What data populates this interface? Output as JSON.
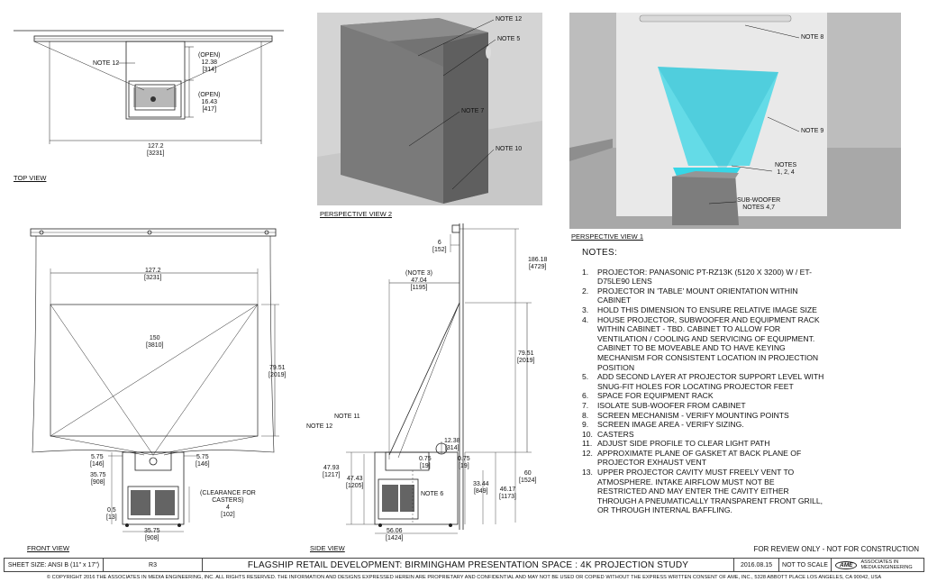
{
  "views": {
    "top": "TOP VIEW",
    "front": "FRONT VIEW",
    "side": "SIDE VIEW",
    "persp2": "PERSPECTIVE VIEW  2",
    "persp1": "PERSPECTIVE VIEW 1"
  },
  "top_dims": {
    "note12": "NOTE 12",
    "open1": [
      "(OPEN)",
      "12.38",
      "[314]"
    ],
    "open2": [
      "(OPEN)",
      "16.43",
      "[417]"
    ],
    "width": [
      "127.2",
      "[3231]"
    ]
  },
  "persp2_labels": {
    "n12": "NOTE 12",
    "n5": "NOTE 5",
    "n7": "NOTE 7",
    "n10": "NOTE 10"
  },
  "persp1_labels": {
    "n8": "NOTE 8",
    "n9": "NOTE 9",
    "n124": [
      "NOTES",
      "1, 2, 4"
    ],
    "sub": [
      "SUB-WOOFER",
      "NOTES 4,7"
    ]
  },
  "front_dims": {
    "w": [
      "127.2",
      "[3231]"
    ],
    "diag": [
      "150",
      "[3810]"
    ],
    "h": [
      "79.51",
      "[2019]"
    ],
    "a": [
      "5.75",
      "[146]"
    ],
    "b": [
      "5.75",
      "[146]"
    ],
    "c": [
      "35.75",
      "[908]"
    ],
    "clear": [
      "(CLEARANCE FOR",
      "CASTERS)",
      "4",
      "[102]"
    ],
    "d": [
      "0.5",
      "[13]"
    ],
    "e": [
      "35.75",
      "[908]"
    ]
  },
  "side_dims": {
    "six": [
      "6",
      "[152]"
    ],
    "n3": [
      "(NOTE 3)",
      "47.04",
      "[1195]"
    ],
    "tall": [
      "186.18",
      "[4729]"
    ],
    "h": [
      "79.51",
      "[2019]"
    ],
    "n11": "NOTE 11",
    "n12": "NOTE 12",
    "a": [
      "12.38",
      "[314]"
    ],
    "b": [
      "0.75",
      "[19]"
    ],
    "c": [
      "0.75",
      "[19]"
    ],
    "d": [
      "47.93",
      "[1217]"
    ],
    "e": [
      "47.43",
      "[1205]"
    ],
    "n6": "NOTE 6",
    "f": [
      "33.44",
      "[849]"
    ],
    "g": [
      "46.17",
      "[1173]"
    ],
    "h60": [
      "60",
      "[1524]"
    ],
    "w": [
      "56.06",
      "[1424]"
    ]
  },
  "notes": {
    "heading": "NOTES:",
    "items": [
      {
        "n": "1.",
        "t": "PROJECTOR: PANASONIC PT-RZ13K (5120 X 3200) W / ET-D75LE90 LENS"
      },
      {
        "n": "2.",
        "t": "PROJECTOR IN 'TABLE' MOUNT ORIENTATION WITHIN CABINET"
      },
      {
        "n": "3.",
        "t": "HOLD THIS DIMENSION TO ENSURE RELATIVE IMAGE SIZE"
      },
      {
        "n": "4.",
        "t": "HOUSE PROJECTOR, SUBWOOFER AND EQUIPMENT RACK WITHIN CABINET - TBD. CABINET TO ALLOW FOR VENTILATION / COOLING AND SERVICING OF EQUIPMENT. CABINET TO BE MOVEABLE AND TO HAVE KEYING MECHANISM FOR CONSISTENT LOCATION IN PROJECTION POSITION"
      },
      {
        "n": "5.",
        "t": "ADD SECOND LAYER AT PROJECTOR SUPPORT LEVEL WITH SNUG-FIT HOLES FOR LOCATING PROJECTOR FEET"
      },
      {
        "n": "6.",
        "t": "SPACE FOR EQUIPMENT RACK"
      },
      {
        "n": "7.",
        "t": "ISOLATE SUB-WOOFER FROM CABINET"
      },
      {
        "n": "8.",
        "t": "SCREEN MECHANISM - VERIFY MOUNTING POINTS"
      },
      {
        "n": "9.",
        "t": "SCREEN IMAGE AREA - VERIFY SIZING."
      },
      {
        "n": "10.",
        "t": "CASTERS"
      },
      {
        "n": "11.",
        "t": "ADJUST SIDE PROFILE TO CLEAR LIGHT PATH"
      },
      {
        "n": "12.",
        "t": "APPROXIMATE PLANE OF GASKET AT BACK PLANE OF PROJECTOR EXHAUST VENT"
      },
      {
        "n": "13.",
        "t": "UPPER PROJECTOR CAVITY MUST FREELY VENT TO ATMOSPHERE. INTAKE AIRFLOW MUST NOT BE RESTRICTED AND MAY ENTER THE CAVITY EITHER THROUGH A PNEUMATICALLY TRANSPARENT FRONT GRILL, OR THROUGH INTERNAL BAFFLING."
      }
    ]
  },
  "review": "FOR REVIEW ONLY - NOT FOR CONSTRUCTION",
  "title_block": {
    "sheet": "SHEET SIZE: ANSI B (11\" x 17\")",
    "rev": "R3",
    "title": "FLAGSHIP RETAIL DEVELOPMENT: BIRMINGHAM PRESENTATION SPACE : 4K PROJECTION STUDY",
    "date": "2016.08.15",
    "scale": "NOT TO SCALE",
    "logo_text": "AME",
    "company": [
      "ASSOCIATES IN",
      "MEDIA ENGINEERING"
    ]
  },
  "copyright": "© COPYRIGHT 2016 THE ASSOCIATES IN MEDIA ENGINEERING, INC. ALL RIGHTS RESERVED. THE INFORMATION AND DESIGNS EXPRESSED HEREIN ARE PROPRIETARY AND CONFIDENTIAL AND MAY NOT BE USED OR COPIED WITHOUT THE EXPRESS WRITTEN CONSENT OF AME, INC., 5328 ABBOTT PLACE LOS ANGELES, CA 90042, USA",
  "colors": {
    "line": "#222222",
    "render_gray": "#6e6e6e",
    "render_bg": "#cfcfcf",
    "beam": "#37d6e6"
  }
}
